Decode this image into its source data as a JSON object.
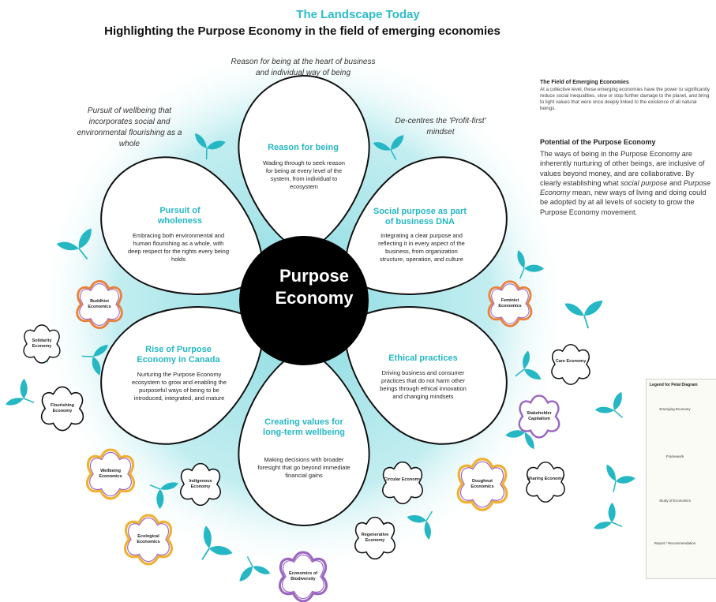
{
  "header": {
    "title": "The Landscape Today",
    "subtitle": "Highlighting the Purpose Economy in the field of emerging economies"
  },
  "center": {
    "line1": "Purpose",
    "line2": "Economy"
  },
  "petals": [
    {
      "title": "Reason for being",
      "body": "Wading through to seek reason for being at every level of the system, from individual to ecosystem"
    },
    {
      "title": "Social purpose as part of business DNA",
      "body": "Integrating a clear purpose and reflecting it in every aspect of the business, from organization structure, operation, and culture"
    },
    {
      "title": "Ethical practices",
      "body": "Driving business and consumer practices that do not harm other beings through ethical innovation and changing mindsets"
    },
    {
      "title": "Creating values for long-term wellbeing",
      "body": "Making decisions with broader foresight that go beyond immediate financial gains"
    },
    {
      "title": "Rise of Purpose Economy in Canada",
      "body": "Nurturing the Purpose Economy ecosystem to grow and enabling the purposeful ways of being to be introduced, integrated, and mature"
    },
    {
      "title": "Pursuit of wholeness",
      "body": "Embracing both environmental and human flourishing as a whole, with deep respect for the rights every being holds"
    }
  ],
  "quotes": {
    "top": "Reason for being at the heart of business and individual way of being",
    "left": "Pursuit of wellbeing that incorporates social and environmental flourishing as a whole",
    "right": "De-centres the 'Profit-first' mindset"
  },
  "economies": [
    {
      "label": "Buddhist Economics",
      "type": "study",
      "color": "#e8823a"
    },
    {
      "label": "Solidarity Economy",
      "type": "emerging",
      "color": "#111111"
    },
    {
      "label": "Flourishing Economy",
      "type": "emerging",
      "color": "#111111"
    },
    {
      "label": "Wellbeing Economics",
      "type": "report",
      "color": "#f0b030"
    },
    {
      "label": "Indigenous Economy",
      "type": "emerging",
      "color": "#111111"
    },
    {
      "label": "Ecological Economics",
      "type": "study",
      "color": "#f0b030"
    },
    {
      "label": "Economics of Biodiversity",
      "type": "report",
      "color": "#9b66c2"
    },
    {
      "label": "Regenerative Economy",
      "type": "emerging",
      "color": "#111111"
    },
    {
      "label": "Circular Economy",
      "type": "emerging",
      "color": "#111111"
    },
    {
      "label": "Doughnut Economics",
      "type": "report",
      "color": "#f0b030"
    },
    {
      "label": "Sharing Economy",
      "type": "emerging",
      "color": "#111111"
    },
    {
      "label": "Stakeholder Capitalism",
      "type": "framework",
      "color": "#9b66c2"
    },
    {
      "label": "Care Economy",
      "type": "emerging",
      "color": "#111111"
    },
    {
      "label": "Feminist Economics",
      "type": "study",
      "color": "#e8823a"
    }
  ],
  "sidebar": {
    "heading1": "The Field of Emerging Economies",
    "text1": "At a collective level, these emerging economies have the power to significantly reduce social inequalities, slow or stop further damage to the planet, and bring to light values that were once deeply linked to the existence of all natural beings.",
    "heading2": "Potential of the Purpose Economy",
    "text2_a": "The ways of being in the Purpose Economy are inherently nurturing of other beings, are inclusive of values beyond money, and are collaborative. By clearly establishing what ",
    "text2_em1": "social purpose",
    "text2_b": " and ",
    "text2_em2": "Purpose Economy",
    "text2_c": " mean, new ways of living and doing could be adopted by at all levels of society to grow the Purpose Economy movement."
  },
  "legend": {
    "title": "Legend for Petal Diagram",
    "items": [
      {
        "label": "Emerging Economy",
        "color": "#111111"
      },
      {
        "label": "Framework",
        "color": "#9b66c2"
      },
      {
        "label": "Study of Economics",
        "color": "#e8823a"
      },
      {
        "label": "Report / Recommendation",
        "color": "#f0b030"
      }
    ]
  },
  "colors": {
    "teal": "#2bbcc9",
    "glow": "#7fd8df",
    "leaf": "#26b7c4"
  }
}
